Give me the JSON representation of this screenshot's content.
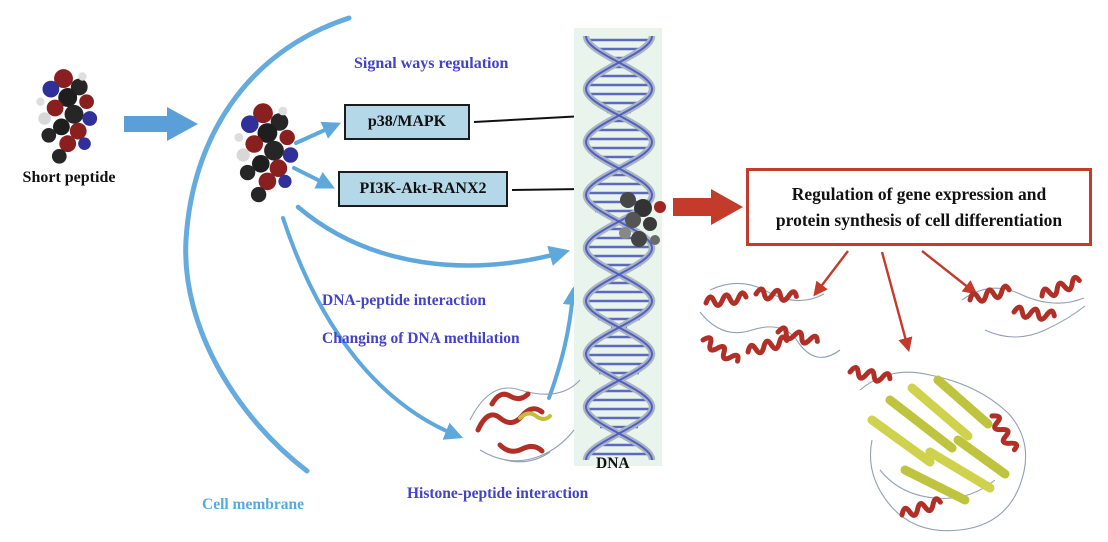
{
  "labels": {
    "short_peptide": "Short peptide",
    "signal_ways": "Signal ways regulation",
    "p38": "p38/MAPK",
    "pi3k": "PI3K-Akt-RANX2",
    "dna_peptide": "DNA-peptide interaction",
    "methylation": "Changing of DNA methilation",
    "dna": "DNA",
    "histone": "Histone-peptide interaction",
    "cell_membrane": "Cell membrane"
  },
  "regulation": {
    "line1": "Regulation of gene expression and",
    "line2": "protein synthesis of cell differentiation"
  },
  "colors": {
    "text_blue": "#4343c4",
    "text_sky": "#58aadd",
    "arrow_blue": "#5fa8dc",
    "arrow_red": "#c43b2c",
    "box_fill": "#b5d8e9",
    "box_border": "#1c1c1c",
    "dna_background": "#e9f4ec",
    "dna_strand": "#4656c4",
    "ribbon_red": "#b03028",
    "sheet_yellow": "#cfd24c"
  },
  "icons": {
    "thick_blue_arrow": "svg-block-arrow",
    "thick_red_arrow": "svg-block-arrow",
    "peptide_molecule": "svg-sphere-cluster",
    "dna_helix": "svg-double-helix",
    "histone_protein": "svg-ribbon",
    "protein_ribbons": "svg-ribbon"
  }
}
